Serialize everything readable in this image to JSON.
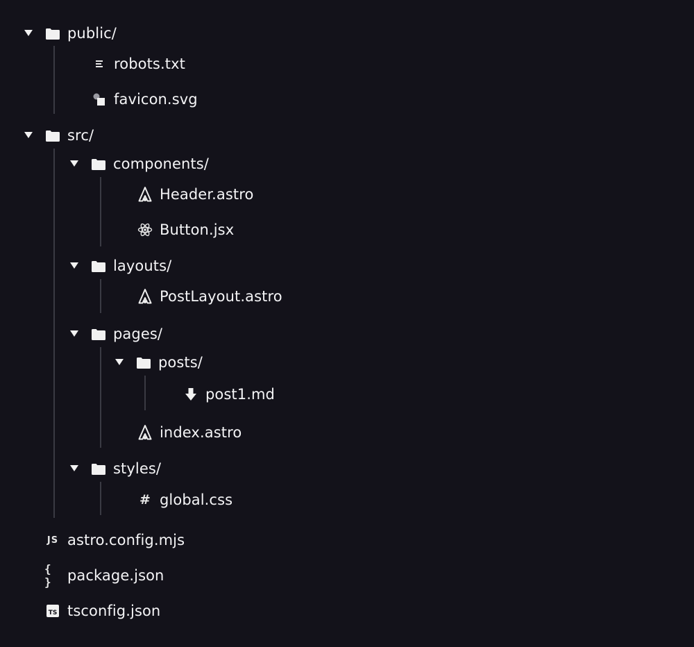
{
  "tree": [
    {
      "id": "public",
      "kind": "folder",
      "label": "public/",
      "icon": "folder-icon",
      "expanded": true
    },
    {
      "id": "robots",
      "kind": "file",
      "label": "robots.txt",
      "icon": "text-file-icon"
    },
    {
      "id": "favicon",
      "kind": "file",
      "label": "favicon.svg",
      "icon": "image-file-icon"
    },
    {
      "id": "src",
      "kind": "folder",
      "label": "src/",
      "icon": "folder-icon",
      "expanded": true
    },
    {
      "id": "components",
      "kind": "folder",
      "label": "components/",
      "icon": "folder-icon",
      "expanded": true
    },
    {
      "id": "header",
      "kind": "file",
      "label": "Header.astro",
      "icon": "astro-icon"
    },
    {
      "id": "button",
      "kind": "file",
      "label": "Button.jsx",
      "icon": "react-icon"
    },
    {
      "id": "layouts",
      "kind": "folder",
      "label": "layouts/",
      "icon": "folder-icon",
      "expanded": true
    },
    {
      "id": "postlayout",
      "kind": "file",
      "label": "PostLayout.astro",
      "icon": "astro-icon"
    },
    {
      "id": "pages",
      "kind": "folder",
      "label": "pages/",
      "icon": "folder-icon",
      "expanded": true
    },
    {
      "id": "posts",
      "kind": "folder",
      "label": "posts/",
      "icon": "folder-icon",
      "expanded": true
    },
    {
      "id": "post1",
      "kind": "file",
      "label": "post1.md",
      "icon": "markdown-icon"
    },
    {
      "id": "index",
      "kind": "file",
      "label": "index.astro",
      "icon": "astro-icon"
    },
    {
      "id": "styles",
      "kind": "folder",
      "label": "styles/",
      "icon": "folder-icon",
      "expanded": true
    },
    {
      "id": "globalcss",
      "kind": "file",
      "label": "global.css",
      "icon": "css-icon"
    },
    {
      "id": "astroconfig",
      "kind": "file",
      "label": "astro.config.mjs",
      "icon": "javascript-icon"
    },
    {
      "id": "packagejson",
      "kind": "file",
      "label": "package.json",
      "icon": "json-icon"
    },
    {
      "id": "tsconfig",
      "kind": "file",
      "label": "tsconfig.json",
      "icon": "typescript-icon"
    }
  ],
  "glyphs": {
    "javascript": "JS",
    "json": "{ }",
    "css": "#",
    "typescript": "TS"
  },
  "colors": {
    "background": "#13121a",
    "text": "#f4f4f6",
    "icon": "#eeeeee",
    "guide_line": "#3a3a43"
  }
}
